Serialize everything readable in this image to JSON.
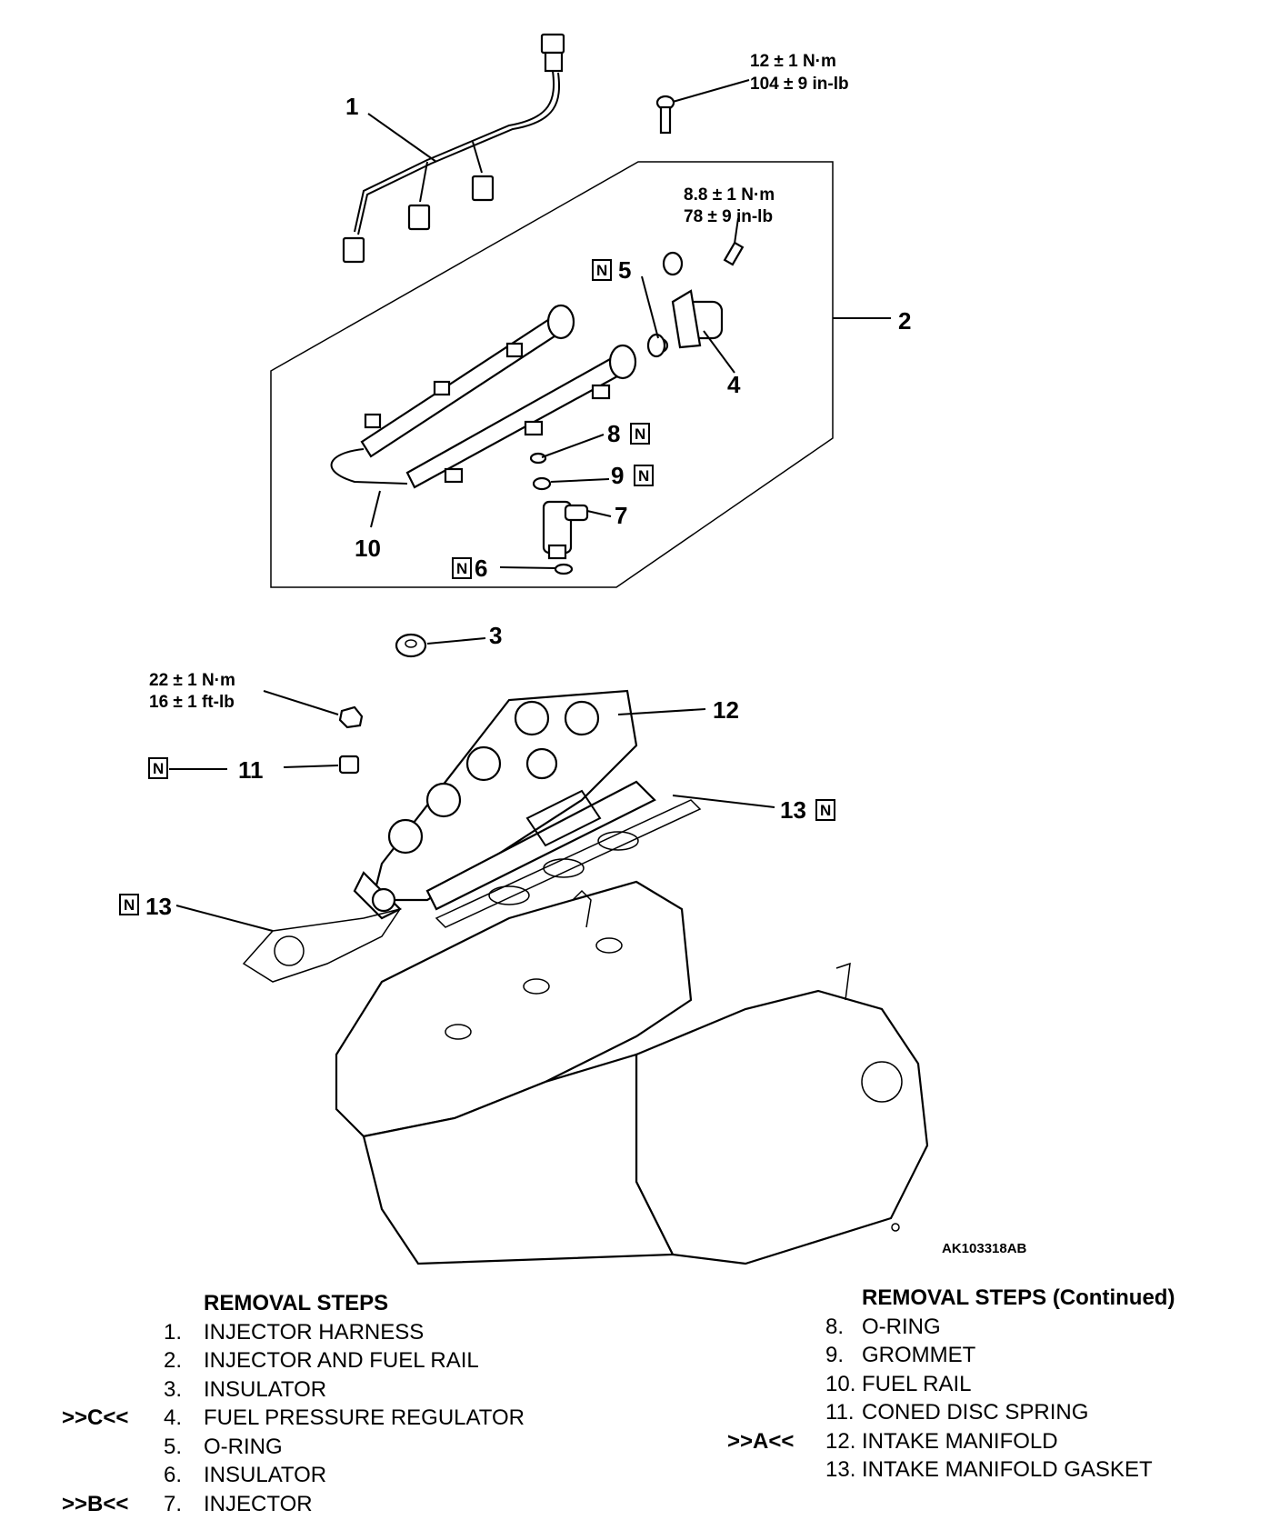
{
  "figure_id": "AK103318AB",
  "torque": {
    "bolt_top": [
      "12 ± 1 N·m",
      "104 ± 9 in-lb"
    ],
    "regulator_bolt": [
      "8.8 ± 1 N·m",
      "78 ± 9 in-lb"
    ],
    "manifold_nut": [
      "22 ± 1 N·m",
      "16 ± 1 ft-lb"
    ]
  },
  "callouts": [
    "1",
    "2",
    "3",
    "4",
    "5",
    "6",
    "7",
    "8",
    "9",
    "10",
    "11",
    "12",
    "13",
    "13"
  ],
  "n_mark": "N",
  "left_steps": {
    "title": "REMOVAL STEPS",
    "items": [
      {
        "ref": "",
        "num": "1.",
        "text": "INJECTOR HARNESS"
      },
      {
        "ref": "",
        "num": "2.",
        "text": "INJECTOR AND FUEL RAIL"
      },
      {
        "ref": "",
        "num": "3.",
        "text": "INSULATOR"
      },
      {
        "ref": ">>C<<",
        "num": "4.",
        "text": "FUEL PRESSURE REGULATOR"
      },
      {
        "ref": "",
        "num": "5.",
        "text": "O-RING"
      },
      {
        "ref": "",
        "num": "6.",
        "text": "INSULATOR"
      },
      {
        "ref": ">>B<<",
        "num": "7.",
        "text": "INJECTOR"
      }
    ]
  },
  "right_steps": {
    "title": "REMOVAL STEPS (Continued)",
    "items": [
      {
        "ref": "",
        "num": "8.",
        "text": "O-RING"
      },
      {
        "ref": "",
        "num": "9.",
        "text": "GROMMET"
      },
      {
        "ref": "",
        "num": "10.",
        "text": "FUEL RAIL"
      },
      {
        "ref": "",
        "num": "11.",
        "text": "CONED DISC SPRING"
      },
      {
        "ref": ">>A<<",
        "num": "12.",
        "text": "INTAKE MANIFOLD"
      },
      {
        "ref": "",
        "num": "13.",
        "text": "INTAKE MANIFOLD GASKET"
      }
    ]
  }
}
